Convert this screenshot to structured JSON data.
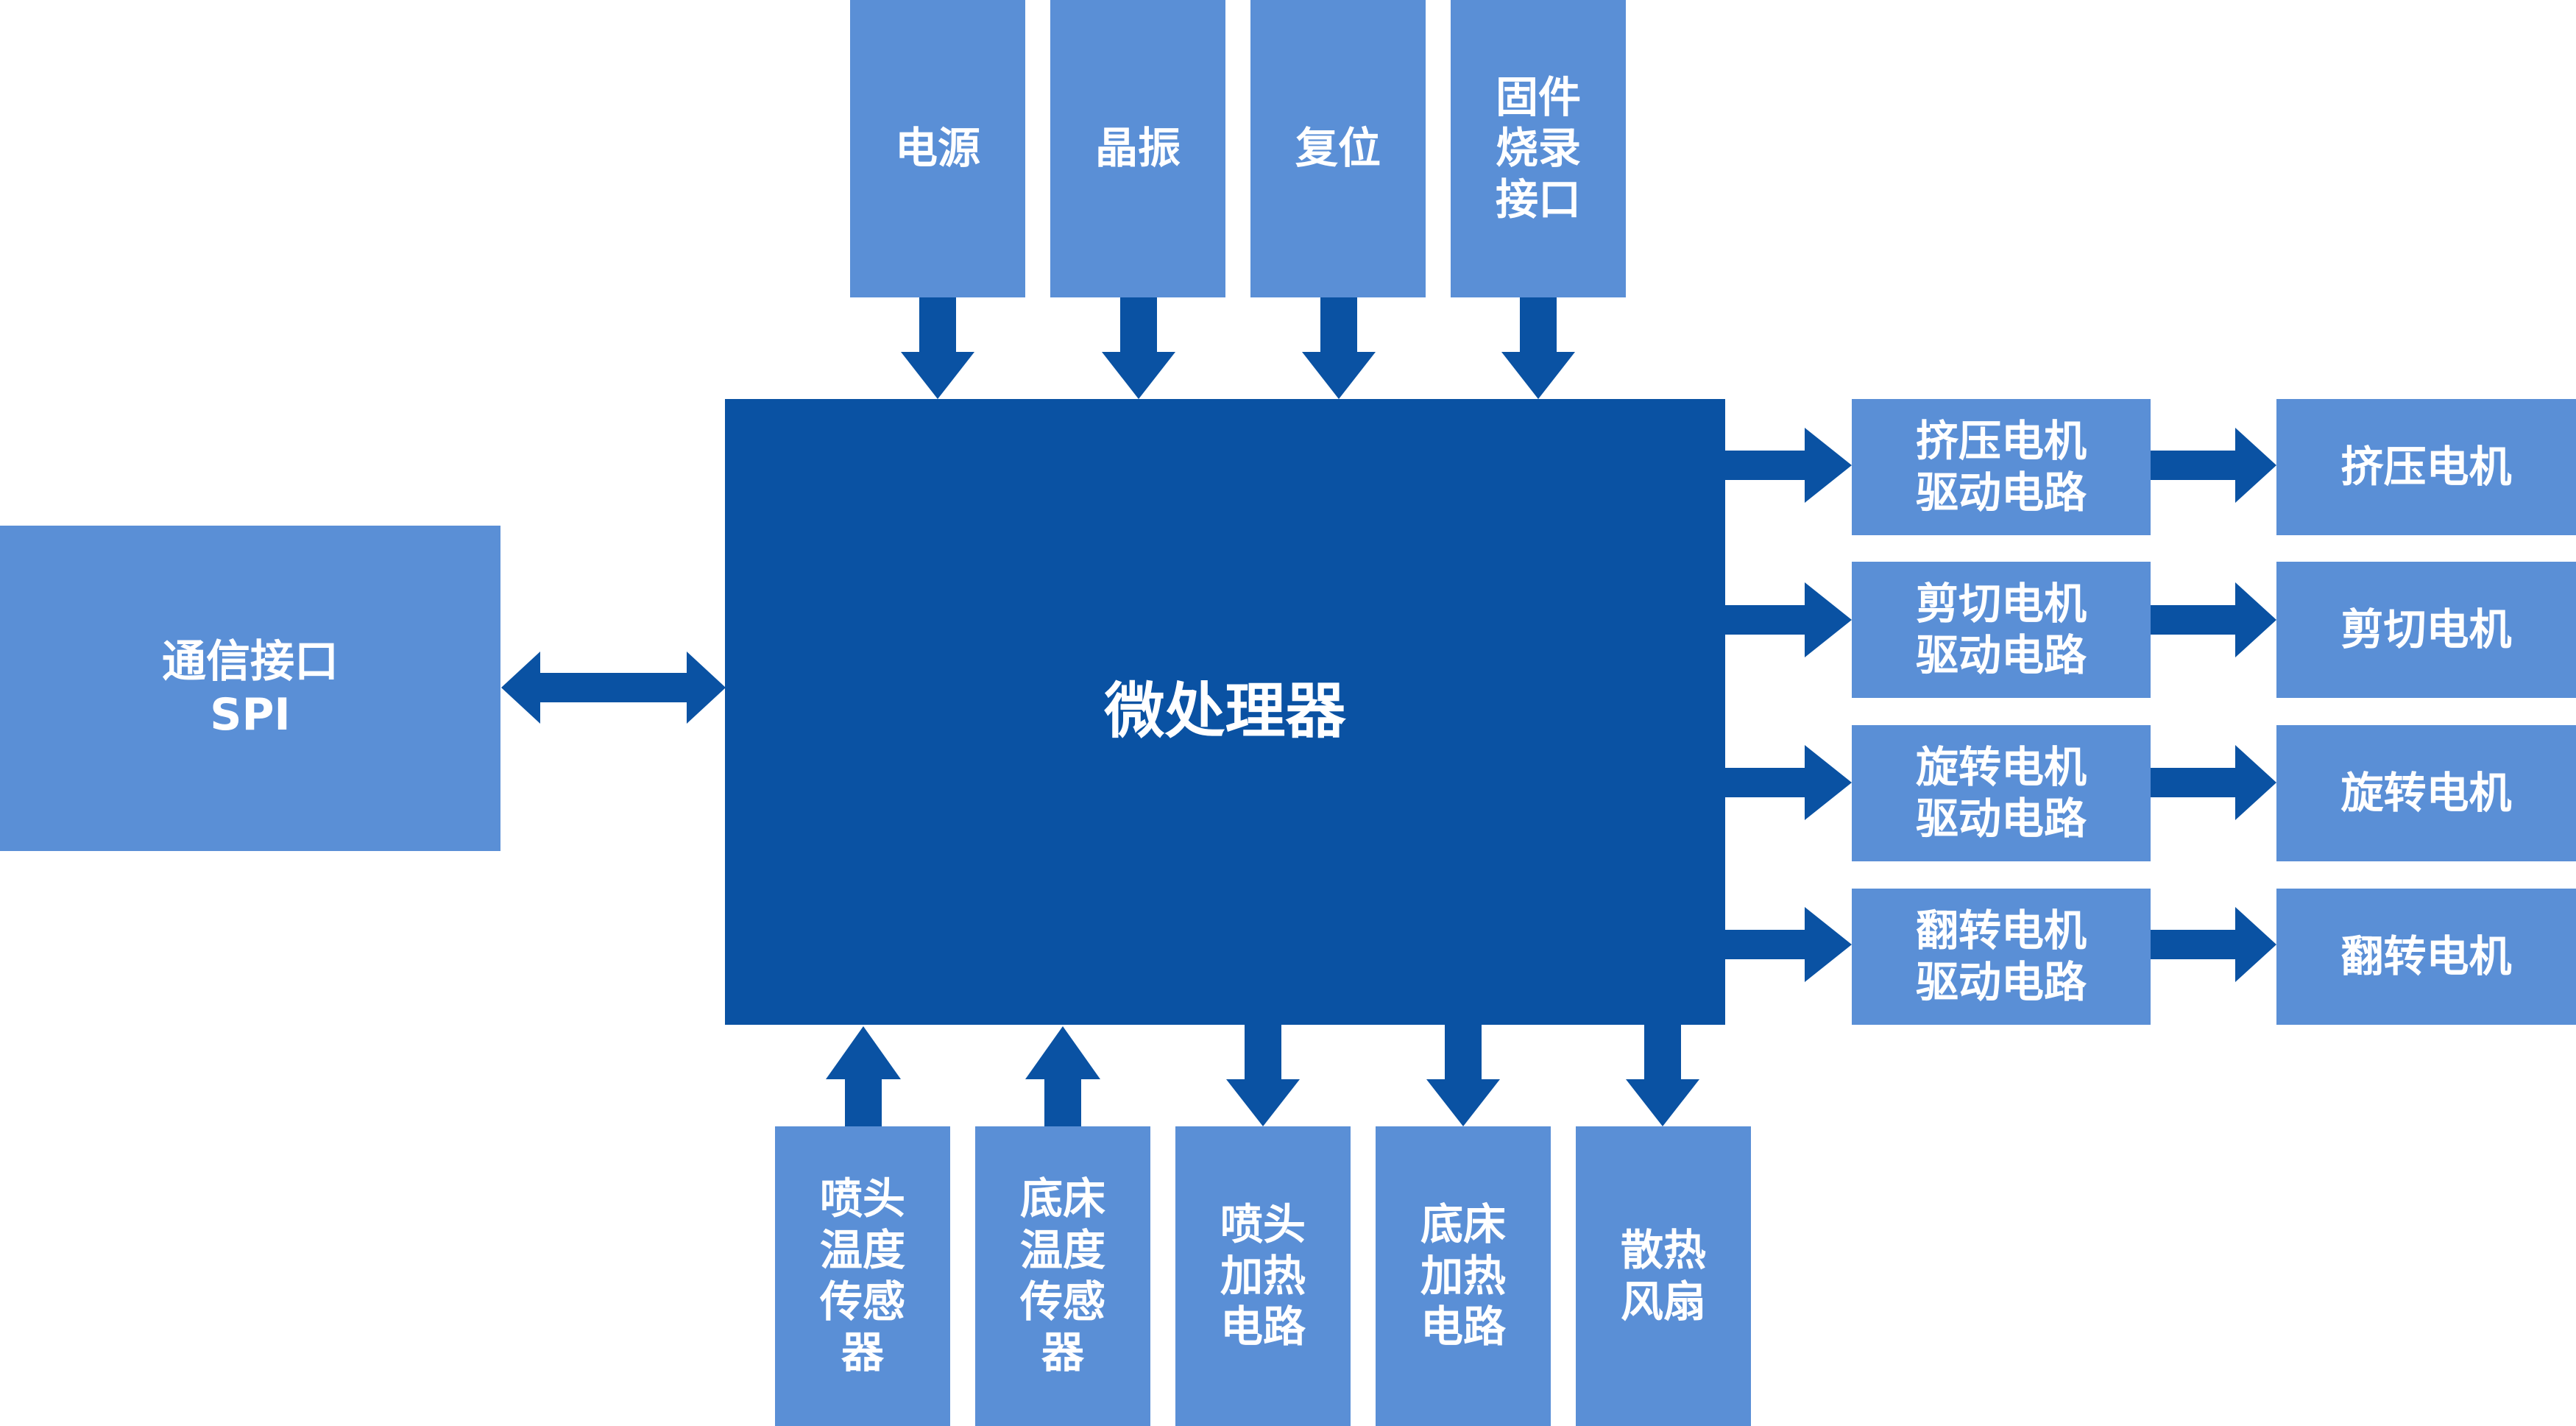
{
  "colors": {
    "block": "#5a8fd6",
    "processor": "#0a52a3",
    "arrow": "#0a52a3",
    "text": "#ffffff"
  },
  "processor": {
    "label": "微处理器"
  },
  "comm_interface": {
    "label": "通信接口\nSPI"
  },
  "top_inputs": [
    {
      "label": "电源"
    },
    {
      "label": "晶振"
    },
    {
      "label": "复位"
    },
    {
      "label": "固件\n烧录\n接口"
    }
  ],
  "drivers": [
    {
      "label": "挤压电机\n驱动电路"
    },
    {
      "label": "剪切电机\n驱动电路"
    },
    {
      "label": "旋转电机\n驱动电路"
    },
    {
      "label": "翻转电机\n驱动电路"
    }
  ],
  "motors": [
    {
      "label": "挤压电机"
    },
    {
      "label": "剪切电机"
    },
    {
      "label": "旋转电机"
    },
    {
      "label": "翻转电机"
    }
  ],
  "bottom_blocks": [
    {
      "label": "喷头\n温度\n传感\n器"
    },
    {
      "label": "底床\n温度\n传感\n器"
    },
    {
      "label": "喷头\n加热\n电路"
    },
    {
      "label": "底床\n加热\n电路"
    },
    {
      "label": "散热\n风扇"
    }
  ]
}
